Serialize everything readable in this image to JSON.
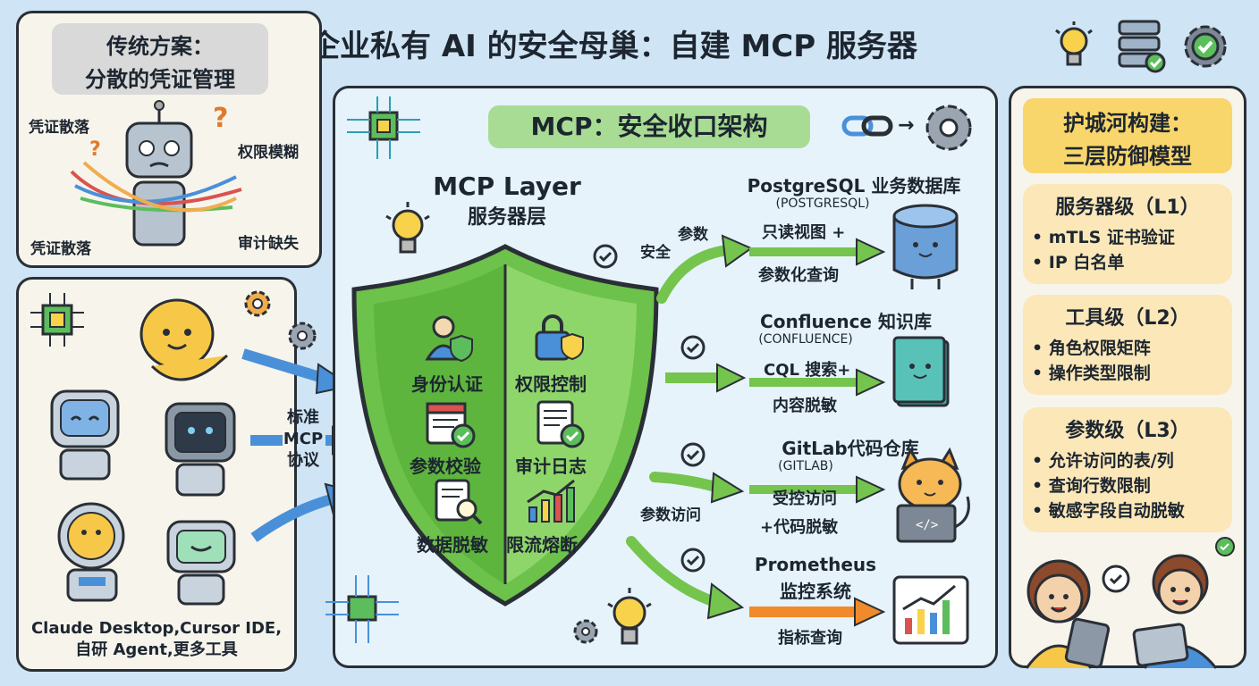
{
  "title": "企业私有 AI 的安全母巢：自建 MCP 服务器",
  "traditional": {
    "heading_line1": "传统方案：",
    "heading_line2": "分散的凭证管理",
    "labels": [
      "凭证散落",
      "权限模糊",
      "凭证散落",
      "审计缺失"
    ]
  },
  "clients": {
    "protocol_line1": "标准",
    "protocol_line2": "MCP",
    "protocol_line3": "协议",
    "caption_line1": "Claude Desktop,Cursor IDE,",
    "caption_line2": "自研 Agent,更多工具"
  },
  "architecture": {
    "banner": "MCP：安全收口架构",
    "layer_title": "MCP Layer",
    "layer_subtitle": "服务器层",
    "shield_items": [
      "身份认证",
      "权限控制",
      "参数校验",
      "审计日志",
      "数据脱敏",
      "限流熔断"
    ]
  },
  "targets": [
    {
      "name": "PostgreSQL 业务数据库",
      "sub": "(POSTGRESQL)",
      "arrow_left_line1": "参数",
      "arrow_left_line2": "安全",
      "action_line1": "只读视图 +",
      "action_line2": "参数化查询"
    },
    {
      "name": "Confluence 知识库",
      "sub": "(CONFLUENCE)",
      "action_line1": "CQL 搜索+",
      "action_line2": "内容脱敏"
    },
    {
      "name": "GitLab代码仓库",
      "sub": "(GITLAB)",
      "arrow_left_label": "参数访问",
      "action_line1": "受控访问",
      "action_line2": "+代码脱敏"
    },
    {
      "name": "Prometheus",
      "name_line2": "监控系统",
      "action_line1": "指标查询"
    }
  ],
  "defense": {
    "title_line1": "护城河构建：",
    "title_line2": "三层防御模型",
    "levels": [
      {
        "heading": "服务器级（L1）",
        "items": [
          "• mTLS 证书验证",
          "• IP 白名单"
        ]
      },
      {
        "heading": "工具级（L2）",
        "items": [
          "• 角色权限矩阵",
          "• 操作类型限制"
        ]
      },
      {
        "heading": "参数级（L3）",
        "items": [
          "• 允许访问的表/列",
          "• 查询行数限制",
          "• 敏感字段自动脱敏"
        ]
      }
    ]
  },
  "icons": [
    "lightbulb-icon",
    "database-icon",
    "gear-check-icon",
    "chain-link-icon",
    "gear-icon",
    "chip-icon",
    "check-icon",
    "cylinder-database-icon",
    "book-icon",
    "cat-laptop-icon",
    "chart-monitor-icon"
  ],
  "colors": {
    "shield_green": "#6cc24a",
    "arrow_green": "#74c44e",
    "arrow_blue": "#4a90d9",
    "arrow_orange": "#f08a2a",
    "banner_green": "#a8dc94",
    "defense_yellow": "#fbe7b8"
  }
}
